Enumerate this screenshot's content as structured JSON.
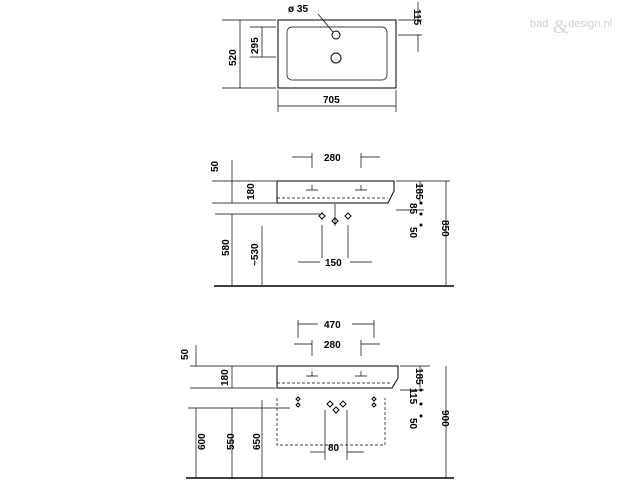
{
  "watermark": {
    "text_left": "bad",
    "ampersand": "&",
    "text_right": "design.nl"
  },
  "top_view": {
    "hole_label": "ø 35",
    "dims": {
      "top_right": "115",
      "inner_height": "295",
      "total_height": "520",
      "width": "705"
    }
  },
  "front_view": {
    "dims": {
      "bowl_width": "280",
      "gap_top": "50",
      "basin_height": "180",
      "right_height": "185",
      "valve": "85",
      "small": "50",
      "height_floor": "850",
      "trap_height": "580",
      "approx_height": "~530",
      "trap_width": "150"
    }
  },
  "side_view": {
    "dims": {
      "outer_width": "470",
      "bowl_width": "280",
      "gap_top": "50",
      "basin_height": "180",
      "right_height": "185",
      "valve": "115",
      "small": "50",
      "height_floor": "900",
      "h1": "600",
      "h2": "550",
      "h3": "650",
      "offset": "80"
    }
  }
}
